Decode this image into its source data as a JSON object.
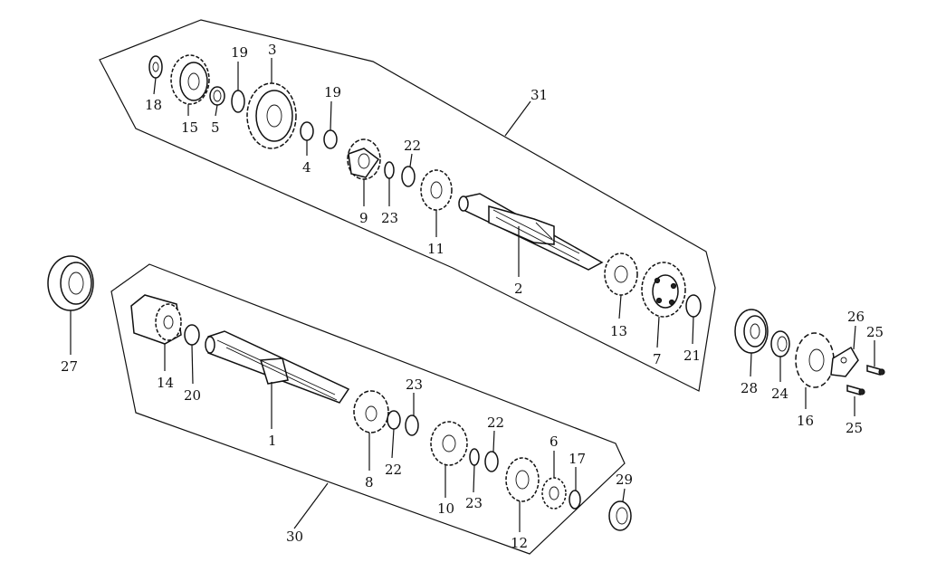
{
  "diagram": {
    "assemblies": [
      {
        "id": "countershaft-assembly",
        "label": "31"
      },
      {
        "id": "mainshaft-assembly",
        "label": "30"
      }
    ],
    "parts": [
      {
        "name": "washer-18",
        "label": "18"
      },
      {
        "name": "gear-15",
        "label": "15"
      },
      {
        "name": "bushing-5",
        "label": "5"
      },
      {
        "name": "washer-19-upper-left",
        "label": "19"
      },
      {
        "name": "gear-3",
        "label": "3"
      },
      {
        "name": "bushing-4",
        "label": "4"
      },
      {
        "name": "washer-19-upper-right",
        "label": "19"
      },
      {
        "name": "gear-9",
        "label": "9"
      },
      {
        "name": "circlip-23-upper",
        "label": "23"
      },
      {
        "name": "washer-22-upper",
        "label": "22"
      },
      {
        "name": "gear-11",
        "label": "11"
      },
      {
        "name": "countershaft-2",
        "label": "2"
      },
      {
        "name": "gear-13",
        "label": "13"
      },
      {
        "name": "gear-7",
        "label": "7"
      },
      {
        "name": "washer-21",
        "label": "21"
      },
      {
        "name": "bearing-27",
        "label": "27"
      },
      {
        "name": "gear-14",
        "label": "14"
      },
      {
        "name": "washer-20",
        "label": "20"
      },
      {
        "name": "mainshaft-1",
        "label": "1"
      },
      {
        "name": "gear-8",
        "label": "8"
      },
      {
        "name": "circlip-22-lower-left",
        "label": "22"
      },
      {
        "name": "circlip-23-lower-left",
        "label": "23"
      },
      {
        "name": "gear-10",
        "label": "10"
      },
      {
        "name": "circlip-23-lower-right",
        "label": "23"
      },
      {
        "name": "washer-22-lower-right",
        "label": "22"
      },
      {
        "name": "gear-12",
        "label": "12"
      },
      {
        "name": "gear-6",
        "label": "6"
      },
      {
        "name": "washer-17",
        "label": "17"
      },
      {
        "name": "bearing-29",
        "label": "29"
      },
      {
        "name": "bearing-28",
        "label": "28"
      },
      {
        "name": "collar-24",
        "label": "24"
      },
      {
        "name": "sprocket-16",
        "label": "16"
      },
      {
        "name": "plate-26",
        "label": "26"
      },
      {
        "name": "bolt-25-upper",
        "label": "25"
      },
      {
        "name": "bolt-25-lower",
        "label": "25"
      }
    ]
  }
}
